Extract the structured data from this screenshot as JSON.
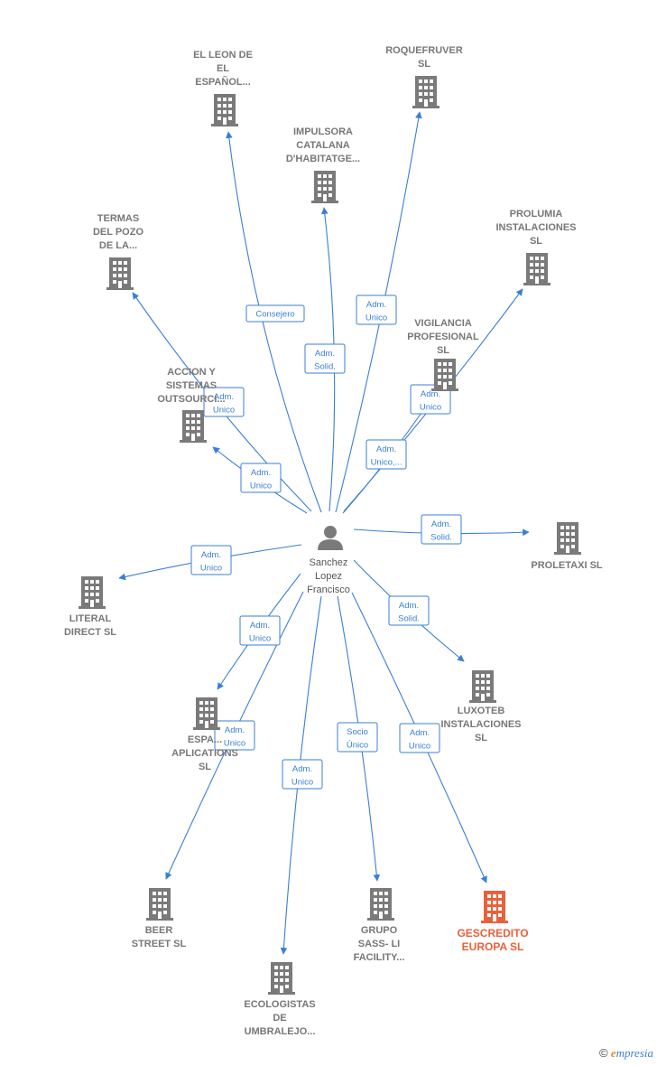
{
  "center": {
    "name_lines": [
      "Sanchez",
      "Lopez",
      "Francisco"
    ],
    "icon": "person-icon"
  },
  "colors": {
    "edge": "#3a7fd5",
    "node": "#7a7a7a",
    "highlight": "#e8613a"
  },
  "nodes": [
    {
      "id": "el-leon",
      "lines": [
        "EL LEON DE",
        "EL",
        "ESPAÑOL..."
      ],
      "highlight": false
    },
    {
      "id": "roquefruver",
      "lines": [
        "ROQUEFRUVER",
        "SL"
      ],
      "highlight": false
    },
    {
      "id": "impulsora",
      "lines": [
        "IMPULSORA",
        "CATALANA",
        "D'HABITATGE..."
      ],
      "highlight": false
    },
    {
      "id": "termas",
      "lines": [
        "TERMAS",
        "DEL POZO",
        "DE LA..."
      ],
      "highlight": false
    },
    {
      "id": "prolumia",
      "lines": [
        "PROLUMIA",
        "INSTALACIONES",
        "SL"
      ],
      "highlight": false
    },
    {
      "id": "vigilancia",
      "lines": [
        "VIGILANCIA",
        "PROFESIONAL",
        "SL"
      ],
      "highlight": false
    },
    {
      "id": "accion",
      "lines": [
        "ACCION Y",
        "SISTEMAS",
        "OUTSOURCI..."
      ],
      "highlight": false
    },
    {
      "id": "proletaxi",
      "lines": [
        "PROLETAXI  SL"
      ],
      "highlight": false
    },
    {
      "id": "literal",
      "lines": [
        "LITERAL",
        "DIRECT  SL"
      ],
      "highlight": false
    },
    {
      "id": "luxoteb",
      "lines": [
        "LUXOTEB",
        "INSTALACIONES",
        "SL"
      ],
      "highlight": false
    },
    {
      "id": "espa",
      "lines": [
        "ESPA...",
        "APLICATIONS",
        "SL"
      ],
      "highlight": false
    },
    {
      "id": "beer",
      "lines": [
        "BEER",
        "STREET SL"
      ],
      "highlight": false
    },
    {
      "id": "ecologistas",
      "lines": [
        "ECOLOGISTAS",
        "DE",
        "UMBRALEJO..."
      ],
      "highlight": false
    },
    {
      "id": "grupo",
      "lines": [
        "GRUPO",
        "SASS- LI",
        "FACILITY..."
      ],
      "highlight": false
    },
    {
      "id": "gescredito",
      "lines": [
        "GESCREDITO",
        "EUROPA  SL"
      ],
      "highlight": true
    }
  ],
  "edges": [
    {
      "to": "el-leon",
      "label": [
        "Consejero"
      ]
    },
    {
      "to": "roquefruver",
      "label": [
        "Adm.",
        "Unico"
      ]
    },
    {
      "to": "impulsora",
      "label": [
        "Adm.",
        "Solid."
      ]
    },
    {
      "to": "termas",
      "label": [
        "Adm.",
        "Unico"
      ]
    },
    {
      "to": "prolumia",
      "label": [
        "Adm.",
        "Unico"
      ]
    },
    {
      "to": "vigilancia",
      "label": [
        "Adm.",
        "Unico,..."
      ]
    },
    {
      "to": "accion",
      "label": [
        "Adm.",
        "Unico"
      ]
    },
    {
      "to": "proletaxi",
      "label": [
        "Adm.",
        "Solid."
      ]
    },
    {
      "to": "literal",
      "label": [
        "Adm.",
        "Unico"
      ]
    },
    {
      "to": "luxoteb",
      "label": [
        "Adm.",
        "Solid."
      ]
    },
    {
      "to": "espa",
      "label": [
        "Adm.",
        "Unico"
      ]
    },
    {
      "to": "beer",
      "label": [
        "Adm.",
        "Unico"
      ]
    },
    {
      "to": "ecologistas",
      "label": [
        "Adm.",
        "Unico"
      ]
    },
    {
      "to": "grupo",
      "label": [
        "Socio",
        "Único"
      ]
    },
    {
      "to": "gescredito",
      "label": [
        "Adm.",
        "Unico"
      ]
    }
  ],
  "watermark": {
    "copyright": "©",
    "brand_initial": "e",
    "brand_rest": "mpresia"
  }
}
